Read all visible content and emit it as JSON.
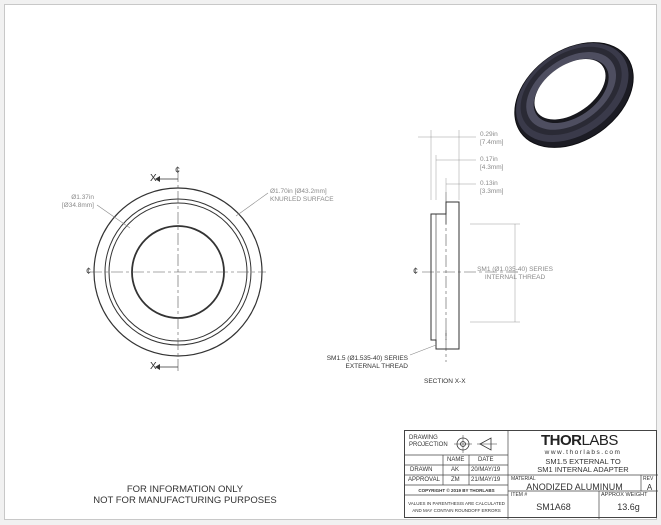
{
  "drawing": {
    "front_view": {
      "section_marker": "X",
      "centerline": "¢",
      "inner_dia_in": "Ø1.37in",
      "inner_dia_mm": "[Ø34.8mm]",
      "outer_dia_in": "Ø1.70in [Ø43.2mm]",
      "outer_note": "KNURLED SURFACE"
    },
    "section_view": {
      "dim1_in": "0.29in",
      "dim1_mm": "[7.4mm]",
      "dim2_in": "0.17in",
      "dim2_mm": "[4.3mm]",
      "dim3_in": "0.13in",
      "dim3_mm": "[3.3mm]",
      "internal_thread_1": "SM1 (Ø1.035-40) SERIES",
      "internal_thread_2": "INTERNAL THREAD",
      "external_thread_1": "SM1.5 (Ø1.535-40) SERIES",
      "external_thread_2": "EXTERNAL THREAD",
      "section_label": "SECTION X-X",
      "centerline": "¢"
    },
    "disclaimer_1": "FOR INFORMATION ONLY",
    "disclaimer_2": "NOT FOR MANUFACTURING PURPOSES"
  },
  "title_block": {
    "drawing_projection_1": "DRAWING",
    "drawing_projection_2": "PROJECTION",
    "col_name": "NAME",
    "col_date": "DATE",
    "drawn_label": "DRAWN",
    "drawn_name": "AK",
    "drawn_date": "20/MAY/19",
    "approval_label": "APPROVAL",
    "approval_name": "ZM",
    "approval_date": "21/MAY/19",
    "copyright": "COPYRIGHT © 2019 BY THORLABS",
    "values_note_1": "VALUES IN PARENTHESIS ARE CALCULATED",
    "values_note_2": "AND MAY CONTAIN ROUNDOFF ERRORS",
    "brand_thor": "THOR",
    "brand_labs": "LABS",
    "website": "www.thorlabs.com",
    "description_1": "SM1.5 EXTERNAL TO",
    "description_2": "SM1 INTERNAL ADAPTER",
    "material_label": "MATERIAL",
    "material": "ANODIZED ALUMINUM",
    "rev_label": "REV",
    "rev": "A",
    "item_label": "ITEM #",
    "item": "SM1A68",
    "weight_label": "APPROX WEIGHT",
    "weight": "13.6g"
  }
}
